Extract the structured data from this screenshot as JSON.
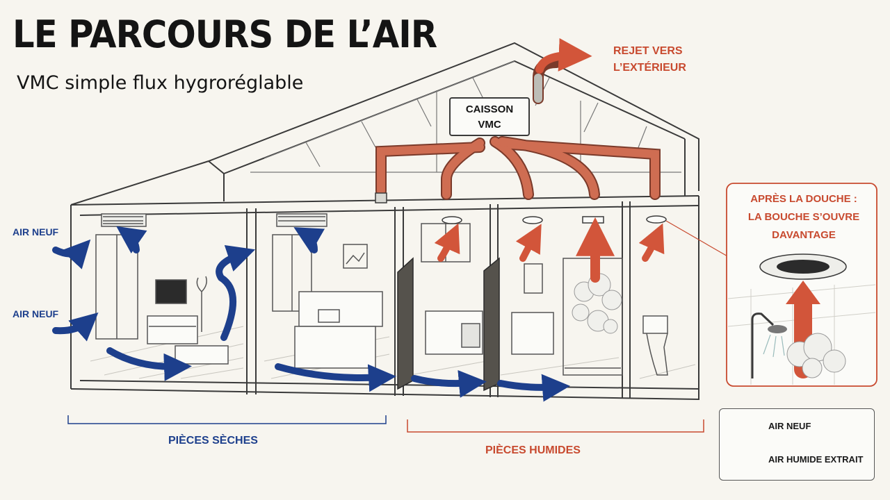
{
  "title": "LE PARCOURS DE L’AIR",
  "subtitle": "VMC simple flux hygroréglable",
  "labels": {
    "rejet_line1": "REJET VERS",
    "rejet_line2": "L’EXTÉRIEUR",
    "caisson_line1": "CAISSON",
    "caisson_line2": "VMC",
    "air_neuf_top": "AIR NEUF",
    "air_neuf_bottom": "AIR NEUF",
    "pieces_seches": "PIÈCES SÈCHES",
    "pieces_humides": "PIÈCES HUMIDES"
  },
  "callout": {
    "line1": "APRÈS LA DOUCHE :",
    "line2": "LA BOUCHE S’OUVRE",
    "line3": "DAVANTAGE"
  },
  "legend": {
    "fresh_air": "AIR NEUF",
    "extracted_air": "AIR HUMIDE EXTRAIT"
  },
  "colors": {
    "fresh_air": "#1d3f8c",
    "extracted_air": "#d2553a",
    "duct": "#c96a4f",
    "ink": "#3a3a3a"
  }
}
